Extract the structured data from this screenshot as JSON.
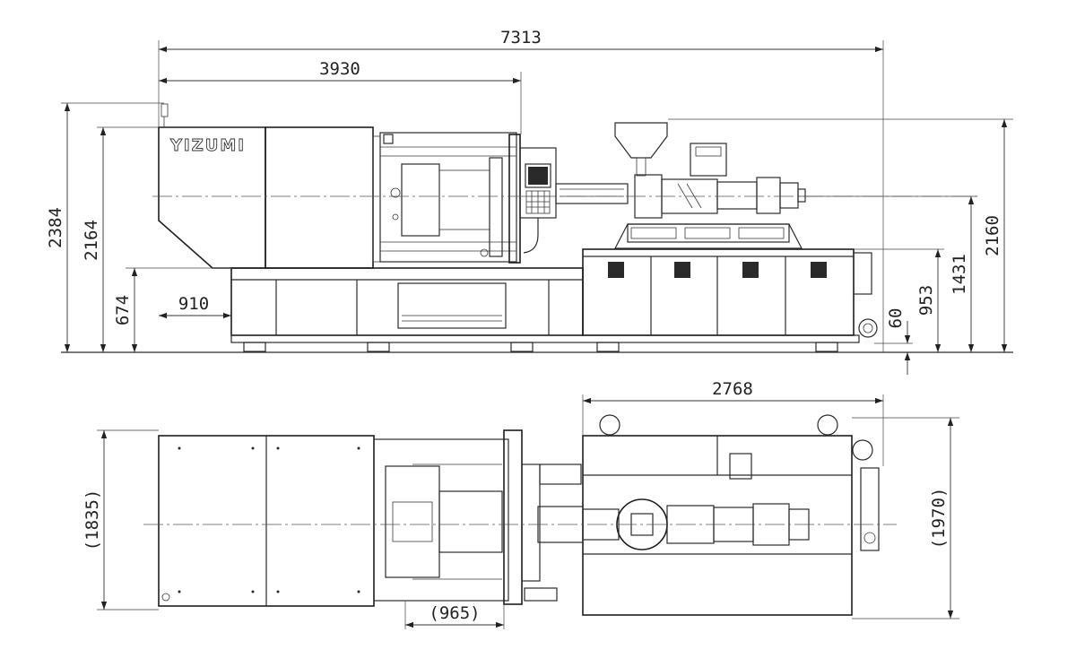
{
  "brand_text": "YIZUMI",
  "dimensions": {
    "overall_length": "7313",
    "clamp_length": "3930",
    "overall_height": "2384",
    "top_height": "2164",
    "base_height": "674",
    "tiebar_offset": "910",
    "hopper_height": "2160",
    "mid_height": "1431",
    "axis_height": "953",
    "foot_height": "60",
    "injection_width": "2768",
    "plan_width_left": "(1835)",
    "plan_width_right": "(1970)",
    "plan_offset": "(965)"
  },
  "colors": {
    "line": "#2b2b2b",
    "background": "#ffffff"
  }
}
